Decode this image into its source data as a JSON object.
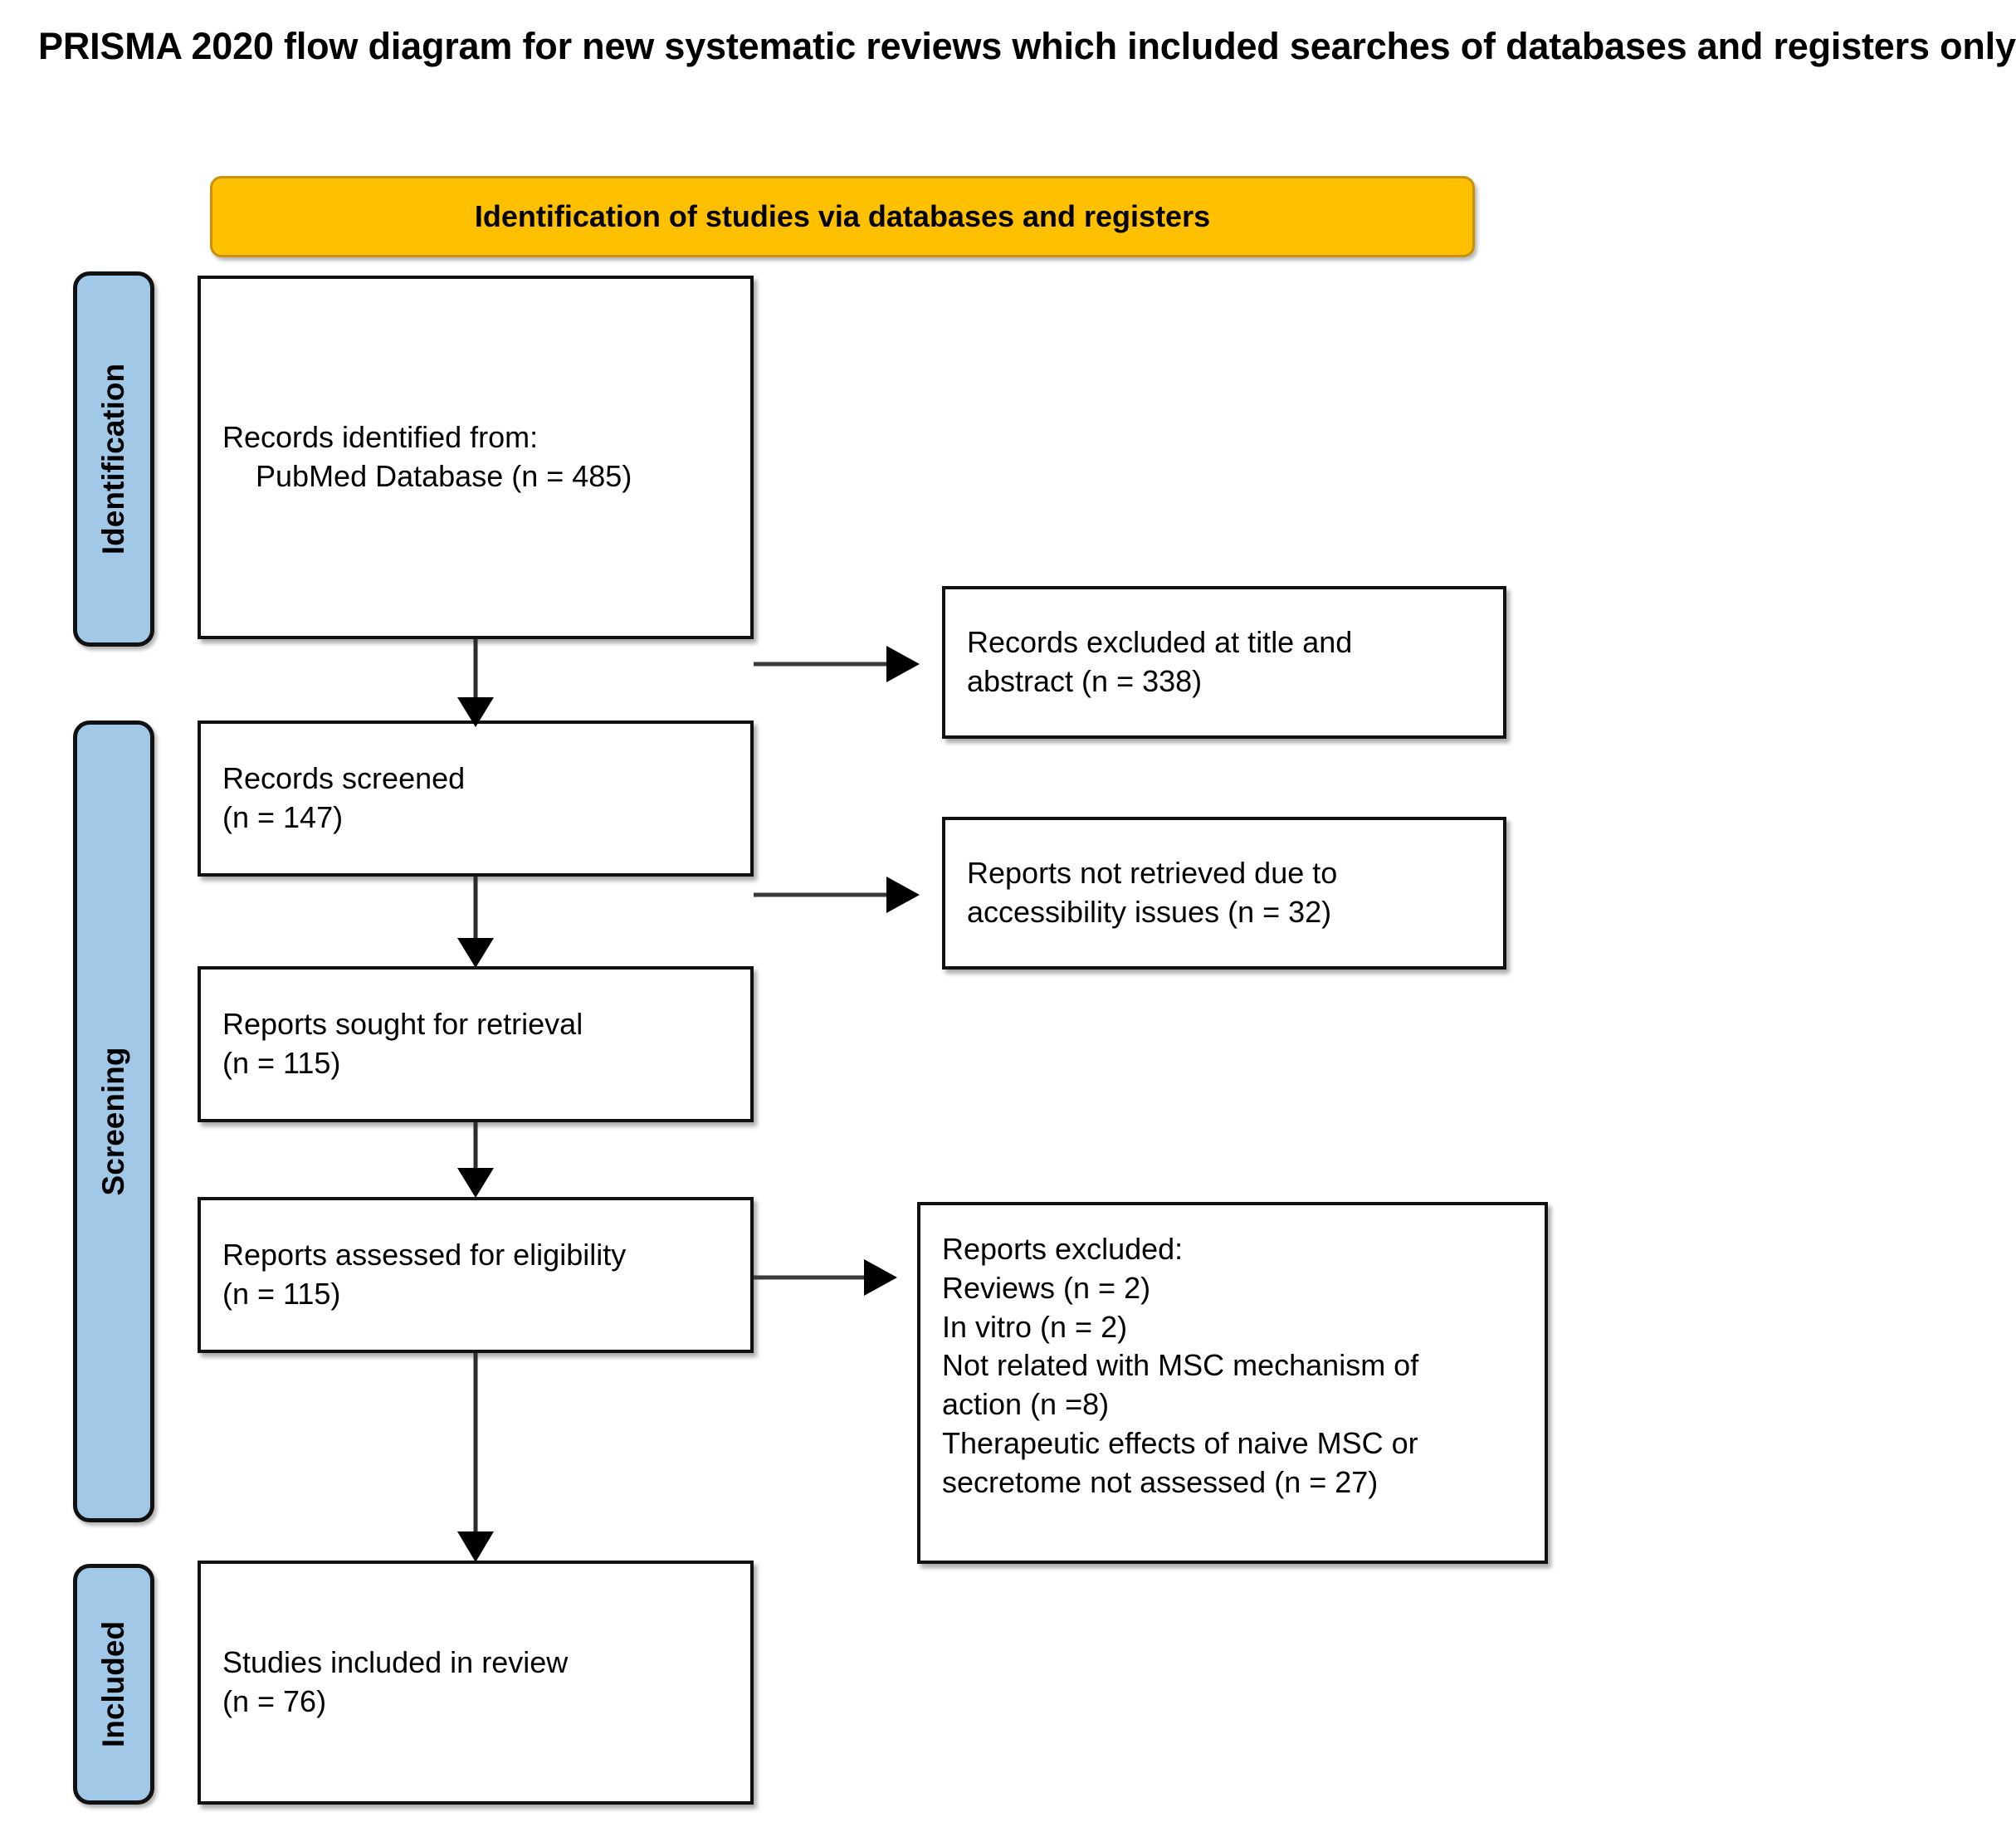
{
  "title": "PRISMA 2020 flow diagram for new systematic reviews which included searches of databases and registers only",
  "colors": {
    "banner_fill": "#FFC000",
    "banner_border": "#C8930A",
    "phase_fill": "#A2C8E8",
    "node_border": "#111111",
    "node_fill": "#FFFFFF",
    "text": "#000000"
  },
  "banner": {
    "label": "Identification of studies via databases and registers"
  },
  "phases": [
    {
      "id": "identification",
      "label": "Identification"
    },
    {
      "id": "screening",
      "label": "Screening"
    },
    {
      "id": "included",
      "label": "Included"
    }
  ],
  "nodes": {
    "identified": "Records identified from:\n    PubMed Database (n = 485)",
    "screened": "Records screened\n(n = 147)",
    "sought": "Reports sought for retrieval\n(n = 115)",
    "assessed": "Reports assessed for eligibility\n(n = 115)",
    "included": "Studies included in review\n(n = 76)",
    "excluded_title_abstract": "Records excluded at title and\nabstract (n = 338)",
    "excluded_not_retrieved": "Reports not retrieved due to\naccessibility issues (n = 32)",
    "excluded_reports": "Reports excluded:\nReviews (n = 2)\nIn vitro (n = 2)\nNot related with MSC mechanism of\naction (n =8)\nTherapeutic effects of naive MSC or\nsecretome not assessed (n = 27)"
  },
  "chart_data": {
    "type": "diagram",
    "title": "PRISMA 2020 flow diagram for new systematic reviews which included searches of databases and registers only",
    "stages": [
      {
        "phase": "Identification",
        "boxes": [
          {
            "label": "Records identified from: PubMed Database",
            "n": 485
          }
        ]
      },
      {
        "phase": "Screening",
        "boxes": [
          {
            "label": "Records screened",
            "n": 147
          },
          {
            "label": "Records excluded at title and abstract",
            "n": 338,
            "type": "exclusion"
          },
          {
            "label": "Reports sought for retrieval",
            "n": 115
          },
          {
            "label": "Reports not retrieved due to accessibility issues",
            "n": 32,
            "type": "exclusion"
          },
          {
            "label": "Reports assessed for eligibility",
            "n": 115
          },
          {
            "label": "Reports excluded: Reviews",
            "n": 2,
            "type": "exclusion"
          },
          {
            "label": "Reports excluded: In vitro",
            "n": 2,
            "type": "exclusion"
          },
          {
            "label": "Reports excluded: Not related with MSC mechanism of action",
            "n": 8,
            "type": "exclusion"
          },
          {
            "label": "Reports excluded: Therapeutic effects of naive MSC or secretome not assessed",
            "n": 27,
            "type": "exclusion"
          }
        ]
      },
      {
        "phase": "Included",
        "boxes": [
          {
            "label": "Studies included in review",
            "n": 76
          }
        ]
      }
    ],
    "flow": [
      {
        "from": "Records identified from: PubMed Database",
        "to": "Records screened"
      },
      {
        "from": "Records screened",
        "to": "Records excluded at title and abstract"
      },
      {
        "from": "Records screened",
        "to": "Reports sought for retrieval"
      },
      {
        "from": "Reports sought for retrieval",
        "to": "Reports not retrieved due to accessibility issues"
      },
      {
        "from": "Reports sought for retrieval",
        "to": "Reports assessed for eligibility"
      },
      {
        "from": "Reports assessed for eligibility",
        "to": "Reports excluded"
      },
      {
        "from": "Reports assessed for eligibility",
        "to": "Studies included in review"
      }
    ]
  }
}
